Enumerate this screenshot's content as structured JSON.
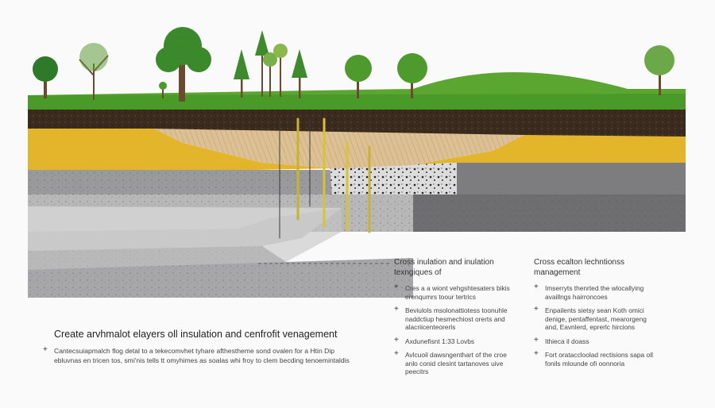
{
  "main": {
    "heading": "Create arvhmalot elayers oll insulation and cenfrofit venagement",
    "body": "Cantecsuiapmalch flog detal to a tekecomvhet tyhare afthestheme sond ovalen for a Htin Dip ebluvnas en tricen tos, smi'nis tells tt omyhimes as soalas whi froy to clem becding tenoemintaldis"
  },
  "columns": [
    {
      "heading": "Cross inulation and inulation texngiques of",
      "bullets": [
        "Cres a a wiont vehgshtesaters bikis erenqumrs toour tertrics",
        "Beviulols msolonattiotess toonuhle naddctiup hesmechiost orerts and alacriicenteorerls",
        "Axdunefisnt 1:33 Lovbs",
        "Avlcuoil dawsngenthart of the croe anlo conid clesint tartanoves uive peecitrs"
      ]
    },
    {
      "heading": "Cross ecalton lechntionss management",
      "bullets": [
        "Imserryts thenrted the wlocallying availlngs hairroncoes",
        "Enpailents sietsy sean Koth omici denige, pentaffentast, mearorgeng and, Eavnlerd, eprerlc hircions",
        "Ithieca il doass",
        "Fort orataccloolad rectisions sapa oll fonils mlounde ofi oonnoria"
      ]
    }
  ],
  "bullet_glyph": "+",
  "colors": {
    "sky": "#fafafb",
    "grass": "#4a9a2a",
    "topsoil": "#3b2a1e",
    "clay": "#e0b52a",
    "sand": "#d6b98a",
    "rock_light": "#bdbdbd",
    "rock_mid": "#8f8f91",
    "rock_dark": "#6e6e70",
    "pipe": "#d7c23a"
  }
}
